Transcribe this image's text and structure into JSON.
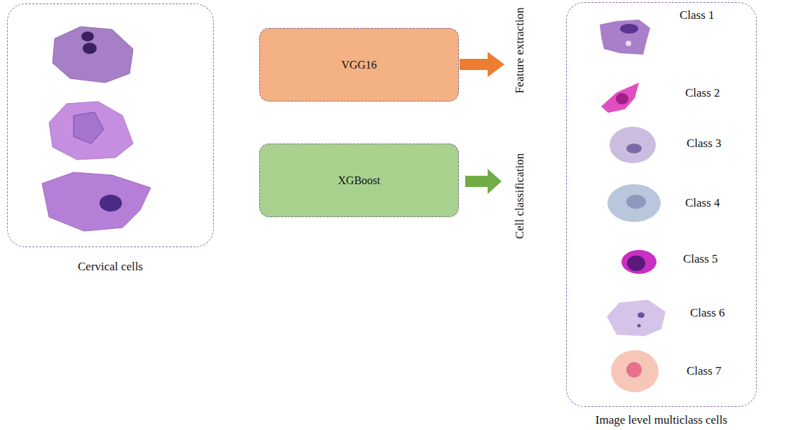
{
  "diagram": {
    "nodes": [
      {
        "text": [
          "Cervical cells"
        ]
      },
      {
        "text": [
          "VGG16"
        ]
      },
      {
        "text": [
          "XGBoost"
        ]
      },
      {
        "text": [
          "Image level multiclass cells"
        ]
      }
    ],
    "labels": [
      "Feature extraction",
      "Cell classification",
      "Class 1",
      "Class 2",
      "Class 3",
      "Class 4",
      "Class 5",
      "Class 6",
      "Class 7"
    ]
  }
}
